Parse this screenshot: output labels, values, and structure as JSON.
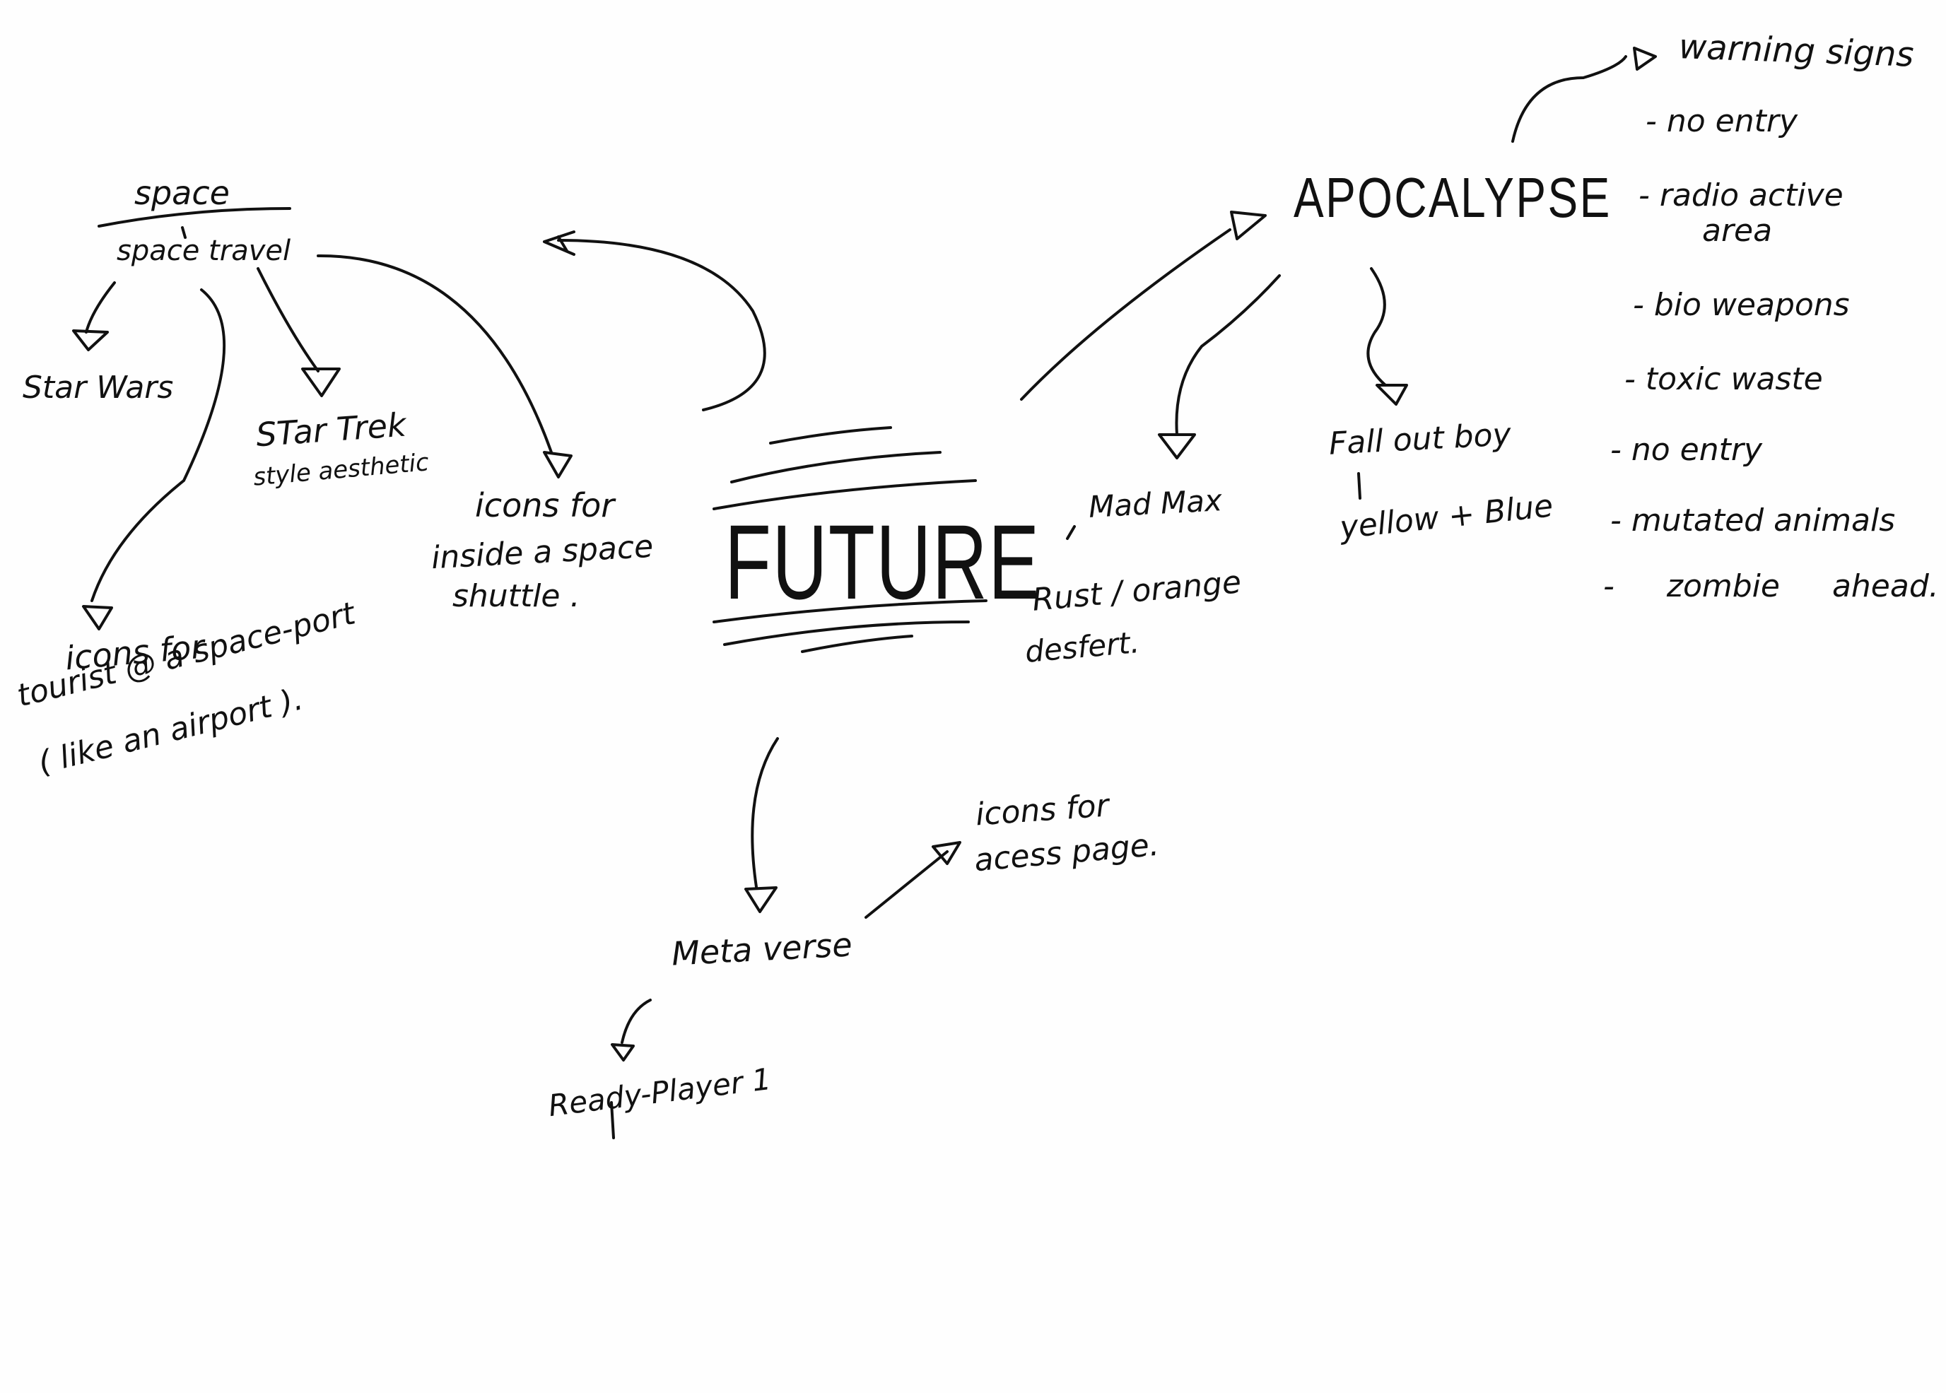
{
  "colors": {
    "ink": "#111111",
    "paper": "#fefefe"
  },
  "central": {
    "title": "FUTURE"
  },
  "space": {
    "title": "space",
    "subtitle": "space travel",
    "star_wars": "Star Wars",
    "star_trek_line1": "STar Trek",
    "star_trek_line2": "style aesthetic",
    "tourist_line1": "icons for",
    "tourist_line2": "tourist @ a space-port",
    "tourist_line3": "( like an airport ).",
    "shuttle_line1": "icons for",
    "shuttle_line2": "inside a space",
    "shuttle_line3": "shuttle ."
  },
  "apocalypse": {
    "title": "APOCALYPSE",
    "mad_max": "Mad Max",
    "mad_max_note_line1": "Rust / orange",
    "mad_max_note_line2": "desfert.",
    "fallout_line1": "Fall out boy",
    "fallout_line2": "yellow + Blue",
    "warning_title": "warning signs",
    "warnings": [
      "- no entry",
      "- radio active",
      "area",
      "- bio weapons",
      "- toxic waste",
      "- no entry",
      "- mutated animals",
      "- zombie ahead."
    ]
  },
  "metaverse": {
    "title": "Meta verse",
    "access_line1": "icons for",
    "access_line2": "acess page.",
    "ready_player": "Ready-Player 1"
  }
}
